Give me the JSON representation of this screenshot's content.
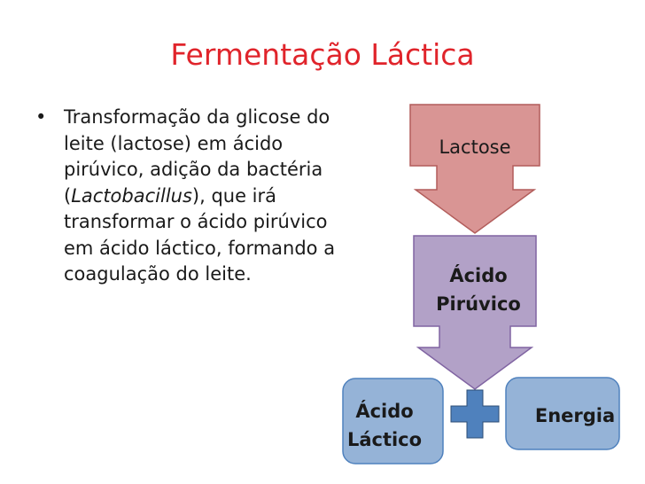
{
  "slide": {
    "title": "Fermentação Láctica",
    "bullet": {
      "marker": "•",
      "text_before": "Transformação da glicose do leite (lactose) em ácido pirúvico, adição da bactéria (",
      "text_italic": "Lactobacillus",
      "text_after": "), que irá transformar o ácido pirúvico em ácido láctico, formando a coagulação do leite."
    }
  },
  "diagram": {
    "nodes": {
      "lactose": {
        "label": "Lactose",
        "fill": "#d99594",
        "stroke": "#b25d5b"
      },
      "acido_piruvico": {
        "line1": "Ácido",
        "line2": "Pirúvico",
        "fill": "#b2a1c7",
        "stroke": "#8064a2"
      },
      "acido_lactico": {
        "line1": "Ácido",
        "line2": "Láctico",
        "fill": "#95b3d7",
        "stroke": "#4f81bd"
      },
      "energia": {
        "label": "Energia",
        "fill": "#95b3d7",
        "stroke": "#4f81bd"
      }
    },
    "plus_color": "#4f81bd"
  }
}
